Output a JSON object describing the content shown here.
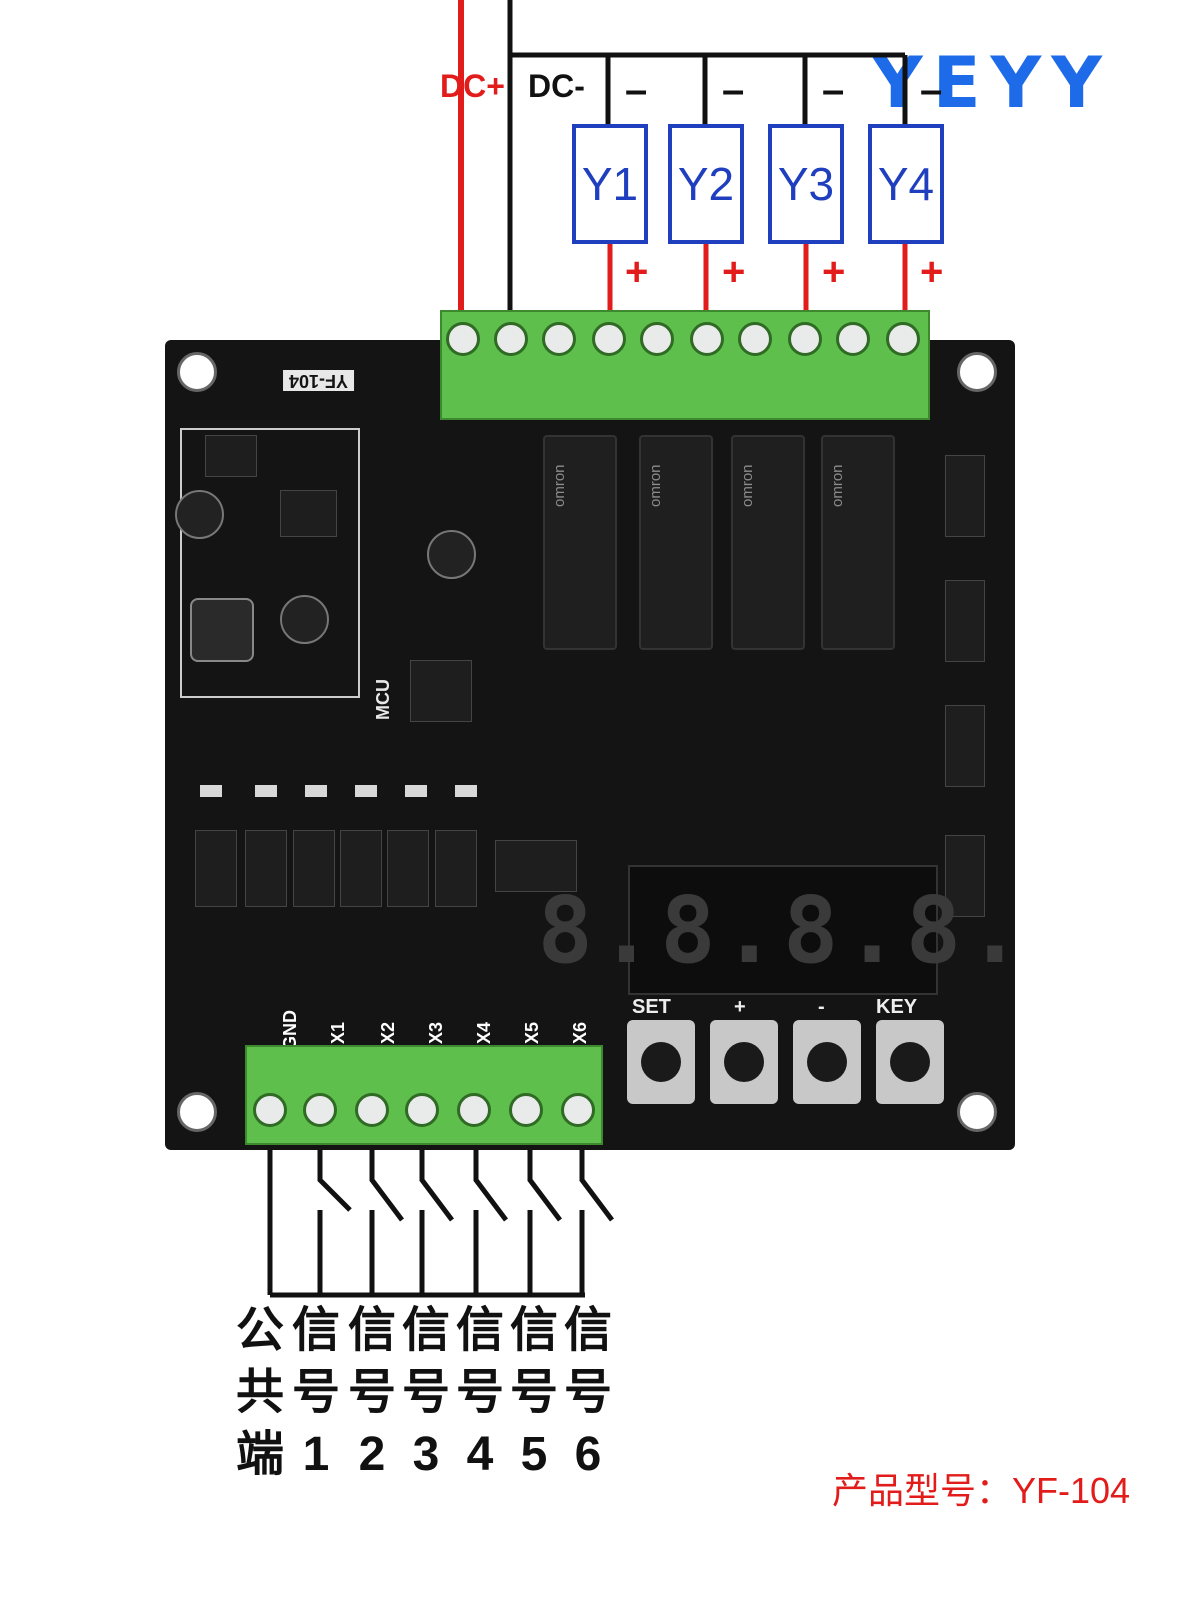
{
  "brand": "YEYY",
  "power": {
    "positive_label": "DC+",
    "negative_label": "DC-"
  },
  "outputs": {
    "loads": [
      "Y1",
      "Y2",
      "Y3",
      "Y4"
    ],
    "minus_symbol": "–",
    "plus_symbol": "+"
  },
  "board": {
    "silkscreen_model": "YF-104",
    "mcu_label": "MCU",
    "display_digits": "8.8.8.8.",
    "relay_brand": "omron",
    "buttons": [
      "SET",
      "+",
      "-",
      "KEY"
    ],
    "input_terminals": [
      "GND",
      "X1",
      "X2",
      "X3",
      "X4",
      "X5",
      "X6"
    ]
  },
  "input_legend": [
    [
      "公",
      "共",
      "端"
    ],
    [
      "信",
      "号",
      "1"
    ],
    [
      "信",
      "号",
      "2"
    ],
    [
      "信",
      "号",
      "3"
    ],
    [
      "信",
      "号",
      "4"
    ],
    [
      "信",
      "号",
      "5"
    ],
    [
      "信",
      "号",
      "6"
    ]
  ],
  "product_model": "产品型号：YF-104",
  "colors": {
    "brand": "#1e6bea",
    "positive_wire": "#e21b1b",
    "load_box": "#1f3fbf",
    "terminal": "#5fbf4c",
    "pcb": "#141414"
  }
}
